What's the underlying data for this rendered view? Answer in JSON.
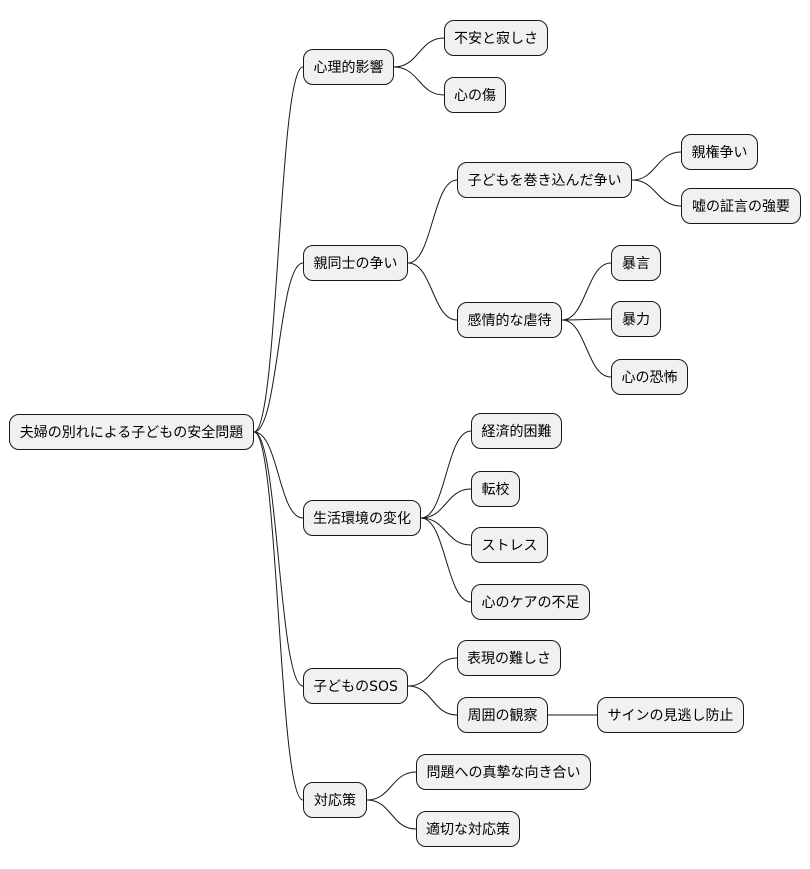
{
  "mindmap": {
    "root": "夫婦の別れによる子どもの安全問題",
    "branches": [
      {
        "id": "psych",
        "label": "心理的影響",
        "children": [
          {
            "id": "psych-anxiety",
            "label": "不安と寂しさ"
          },
          {
            "id": "psych-wound",
            "label": "心の傷"
          }
        ]
      },
      {
        "id": "conflict",
        "label": "親同士の争い",
        "children": [
          {
            "id": "conflict-involving",
            "label": "子どもを巻き込んだ争い",
            "children": [
              {
                "id": "custody",
                "label": "親権争い"
              },
              {
                "id": "false-testimony",
                "label": "嘘の証言の強要"
              }
            ]
          },
          {
            "id": "emotional-abuse",
            "label": "感情的な虐待",
            "children": [
              {
                "id": "verbal",
                "label": "暴言"
              },
              {
                "id": "violence",
                "label": "暴力"
              },
              {
                "id": "fear",
                "label": "心の恐怖"
              }
            ]
          }
        ]
      },
      {
        "id": "environment",
        "label": "生活環境の変化",
        "children": [
          {
            "id": "economic",
            "label": "経済的困難"
          },
          {
            "id": "school",
            "label": "転校"
          },
          {
            "id": "stress",
            "label": "ストレス"
          },
          {
            "id": "lack-care",
            "label": "心のケアの不足"
          }
        ]
      },
      {
        "id": "sos",
        "label": "子どものSOS",
        "children": [
          {
            "id": "expression",
            "label": "表現の難しさ"
          },
          {
            "id": "observation",
            "label": "周囲の観察",
            "children": [
              {
                "id": "signs",
                "label": "サインの見逃し防止"
              }
            ]
          }
        ]
      },
      {
        "id": "measures",
        "label": "対応策",
        "children": [
          {
            "id": "face-problem",
            "label": "問題への真摯な向き合い"
          },
          {
            "id": "proper-response",
            "label": "適切な対応策"
          }
        ]
      }
    ]
  }
}
